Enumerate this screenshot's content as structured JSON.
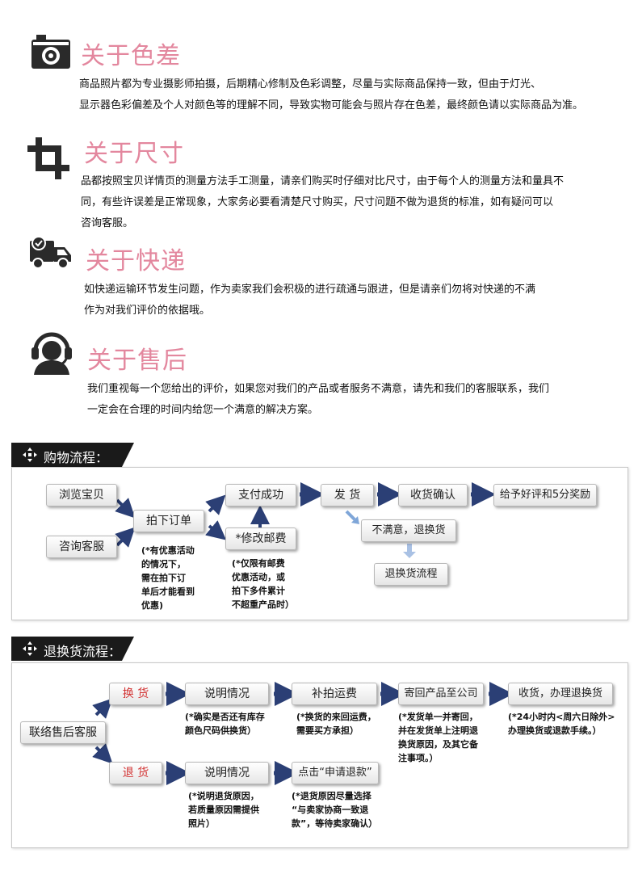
{
  "sections": [
    {
      "icon": "camera-icon",
      "title": "关于色差",
      "lines": [
        "商品照片都为专业摄影师拍摄，后期精心修制及色彩调整，尽量与实际商品保持一致，但由于灯光、",
        "显示器色彩偏差及个人对颜色等的理解不同，导致实物可能会与照片存在色差，最终颜色请以实际商品为准。"
      ]
    },
    {
      "icon": "crop-icon",
      "title": "关于尺寸",
      "lines": [
        "品都按照宝贝详情页的测量方法手工测量，请亲们购买时仔细对比尺寸，由于每个人的测量方法和量具不",
        "同，有些许误差是正常现象，大家务必要看清楚尺寸购买，尺寸问题不做为退货的标准，如有疑问可以",
        "咨询客服。"
      ]
    },
    {
      "icon": "delivery-truck-icon",
      "title": "关于快递",
      "lines": [
        "如快递运输环节发生问题，作为卖家我们会积极的进行疏通与跟进，但是请亲们勿将对快递的不满",
        "作为对我们评价的依据哦。"
      ]
    },
    {
      "icon": "customer-service-headset-icon",
      "title": "关于售后",
      "lines": [
        "我们重视每一个您给出的评价，如果您对我们的产品或者服务不满意，请先和我们的客服联系，我们",
        "一定会在合理的时间内给您一个满意的解决方案。"
      ]
    }
  ],
  "shopping_flow": {
    "title": "购物流程：",
    "browse": "浏览宝贝",
    "consult": "咨询客服",
    "order": "拍下订单",
    "order_note": [
      "(*有优惠活动",
      "的情况下，",
      "需在拍下订",
      "单后才能看到",
      "优惠)"
    ],
    "pay": "支付成功",
    "modify": "*修改邮费",
    "modify_note": [
      "(*仅限有邮费",
      "优惠活动，或",
      "拍下多件累计",
      "不超重产品时）"
    ],
    "ship": "发  货",
    "confirm": "收货确认",
    "review": "给予好评和5分奖励",
    "unsatisfied": "不满意，退换货",
    "return_flow": "退换货流程"
  },
  "return_flow": {
    "title": "退换货流程：",
    "contact": "联络售后客服",
    "exchange": "换  货",
    "refund": "退  货",
    "explain1": "说明情况",
    "explain1_note": [
      "(*确实是否还有库存",
      "颜色尺码供换货）"
    ],
    "shipping_fee": "补拍运费",
    "shipping_fee_note": [
      "(*换货的来回运费，",
      "需要买方承担）"
    ],
    "send_back": "寄回产品至公司",
    "send_back_note": [
      "(*发货单一并寄回，",
      "并在发货单上注明退",
      "换货原因，及其它备",
      "注事项。）"
    ],
    "process": "收货，办理退换货",
    "process_note": [
      "(*24小时内<周六日除外>",
      "办理换货或退款手续。）"
    ],
    "explain2": "说明情况",
    "explain2_note": [
      "(*说明退货原因，",
      "若质量原因需提供",
      "照片）"
    ],
    "apply": "点击“申请退款”",
    "apply_note": [
      "(*退货原因尽量选择",
      "“与卖家协商一致退",
      "款”，等待卖家确认）"
    ]
  },
  "colors": {
    "title_pink": "#e3879e",
    "banner_dark": "#1a1a1a",
    "arrow_blue": "#2b3f75",
    "return_red": "#d23232"
  }
}
